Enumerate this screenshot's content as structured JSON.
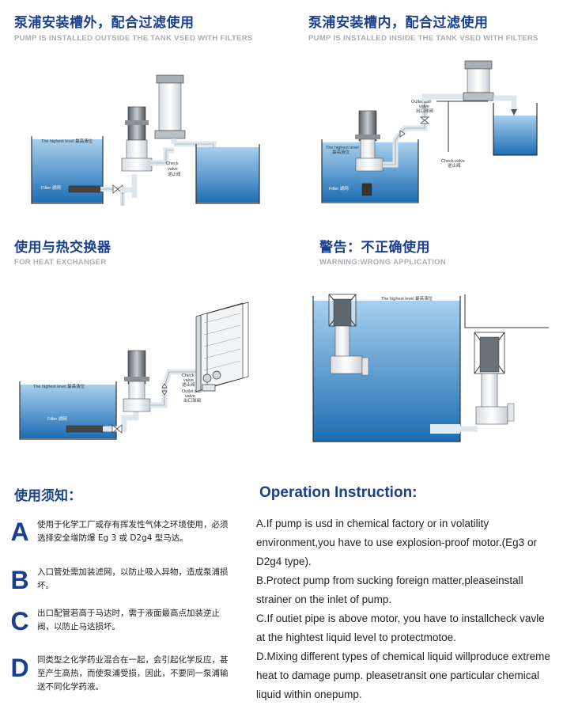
{
  "panels": [
    {
      "title": "泵浦安装槽外，配合过滤使用",
      "subtitle": "PUMP IS INSTALLED OUTSIDE THE TANK VSED WITH FILTERS",
      "labels": {
        "level": "The highest level 最高液位",
        "filter": "Filter 滤网",
        "check1": "Check",
        "check2": "valve",
        "check3": "逆止阀"
      }
    },
    {
      "title": "泵浦安装槽内，配合过滤使用",
      "subtitle": "PUMP IS INSTALLED INSIDE THE TANK VSED WITH FILTERS",
      "labels": {
        "level1": "The highest level",
        "level2": "最高液位",
        "filter": "Filter 滤网",
        "outlet1": "Outlet ball",
        "outlet2": "valve",
        "outlet3": "出口球阀",
        "check1": "Check valve",
        "check2": "逆止阀"
      }
    },
    {
      "title": "使用与热交换器",
      "subtitle": "FOR HEAT EXCHANGER",
      "labels": {
        "level": "The highest level 最高液位",
        "filter": "Filter 滤网",
        "check1": "Check",
        "check2": "valve",
        "check3": "逆止阀",
        "outlet1": "Outlet ball",
        "outlet2": "valve",
        "outlet3": "出口球阀"
      }
    },
    {
      "title": "警告：不正确使用",
      "subtitle": "WARNING:WRONG APPLICATION",
      "labels": {
        "level": "The highest level 最高液位"
      }
    }
  ],
  "notes": {
    "title": "使用须知：",
    "items": [
      {
        "letter": "A",
        "text": "使用于化学工厂或存有挥发性气体之环境使用，必须选择安全增防爆 Eg 3 或 D2g4 型马达。"
      },
      {
        "letter": "B",
        "text": "入口管处需加装滤网，以防止吸入异物，造成泵浦损坏。"
      },
      {
        "letter": "C",
        "text": "出口配管若高于马达时，需于液面最高点加装逆止阀，以防止马达损坏。"
      },
      {
        "letter": "D",
        "text": "同类型之化学药业混合在一起，会引起化学反应，甚至产生高热，而使泵浦受损，因此，不要同一泵浦输送不同化学药液。"
      }
    ]
  },
  "operation": {
    "title": "Operation Instruction:",
    "items": [
      "A.If pump is usd in chemical factory or in volatility environment,you have to use explosion-proof motor.(Eg3 or D2g4 type).",
      "B.Protect pump from sucking foreign matter,pleaseinstall strainer on the inlet of pump.",
      "C.If outiet pipe is above motor, you have to installcheck vavle at the hightest liquid level to protectmotoe.",
      "D.Mixing different types of chemical liquid willproduce extreme heat to damage pump. pleasetransit one particular chemical liquid within onepump."
    ]
  },
  "colors": {
    "title": "#1b3f8f",
    "subtitle": "#a9adb4",
    "water_top": "#9cc9ea",
    "water_bottom": "#1f6fb5"
  }
}
